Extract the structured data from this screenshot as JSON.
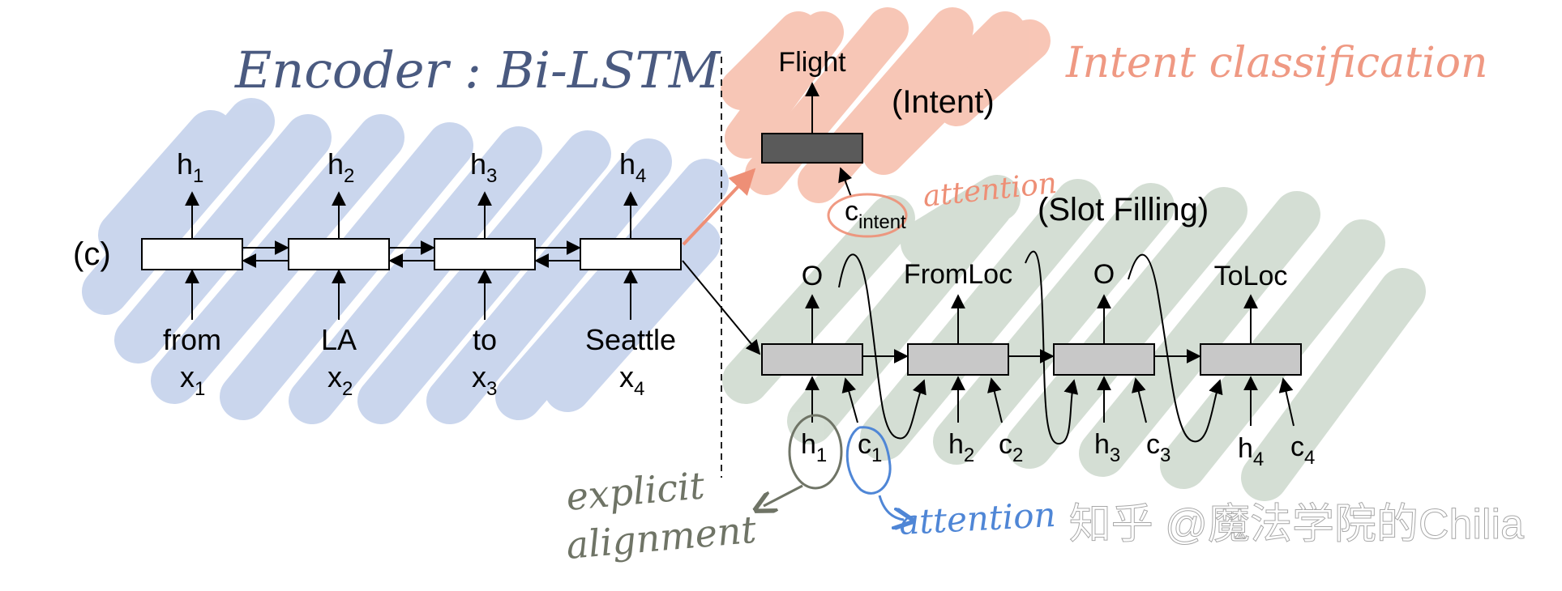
{
  "annotations": {
    "encoder_title": "Encoder : Bi-LSTM",
    "intent_classification": "Intent classification",
    "attention_top": "attention",
    "explicit_alignment_line1": "explicit",
    "explicit_alignment_line2": "alignment",
    "attention_bottom": "attention"
  },
  "encoder": {
    "panel_label": "(c)",
    "hidden": [
      {
        "base": "h",
        "sub": "1"
      },
      {
        "base": "h",
        "sub": "2"
      },
      {
        "base": "h",
        "sub": "3"
      },
      {
        "base": "h",
        "sub": "4"
      }
    ],
    "words": [
      "from",
      "LA",
      "to",
      "Seattle"
    ],
    "inputs": [
      {
        "base": "x",
        "sub": "1"
      },
      {
        "base": "x",
        "sub": "2"
      },
      {
        "base": "x",
        "sub": "3"
      },
      {
        "base": "x",
        "sub": "4"
      }
    ]
  },
  "intent": {
    "output": "Flight",
    "label": "(Intent)",
    "context": {
      "base": "c",
      "sub": "intent"
    }
  },
  "slot": {
    "label": "(Slot Filling)",
    "outputs": [
      "O",
      "FromLoc",
      "O",
      "ToLoc"
    ],
    "hidden": [
      {
        "base": "h",
        "sub": "1"
      },
      {
        "base": "h",
        "sub": "2"
      },
      {
        "base": "h",
        "sub": "3"
      },
      {
        "base": "h",
        "sub": "4"
      }
    ],
    "context": [
      {
        "base": "c",
        "sub": "1"
      },
      {
        "base": "c",
        "sub": "2"
      },
      {
        "base": "c",
        "sub": "3"
      },
      {
        "base": "c",
        "sub": "4"
      }
    ]
  },
  "watermark": "知乎 @魔法学院的Chilia",
  "colors": {
    "encoder_highlight": "#b9c9e8",
    "intent_highlight": "#f6b8a4",
    "slot_highlight": "#c3d1c3",
    "encoder_ink": "#4a5a80",
    "intent_ink": "#ee8f76",
    "alignment_ink": "#6f7466",
    "attention_ink": "#4f86d6",
    "intent_box": "#5a5a5a",
    "slot_box": "#c8c8c8"
  }
}
